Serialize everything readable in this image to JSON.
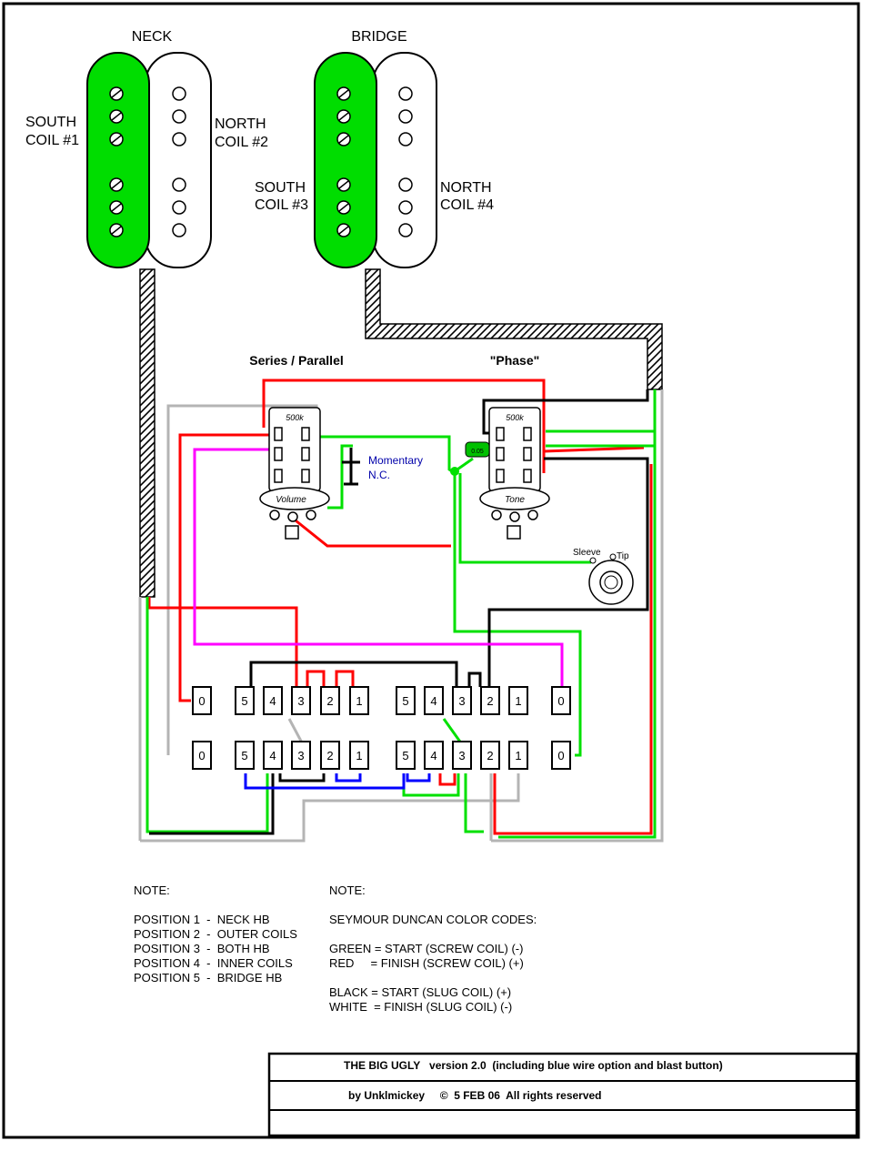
{
  "pickups": {
    "neck": {
      "title": "NECK",
      "coil_left": [
        "SOUTH",
        "COIL #1"
      ],
      "coil_right": [
        "NORTH",
        "COIL #2"
      ]
    },
    "bridge": {
      "title": "BRIDGE",
      "coil_left": [
        "SOUTH",
        "COIL #3"
      ],
      "coil_right": [
        "NORTH",
        "COIL #4"
      ]
    }
  },
  "pots": {
    "left": {
      "title": "Series / Parallel",
      "value": "500k",
      "name": "Volume"
    },
    "right": {
      "title": "\"Phase\"",
      "value": "500k",
      "name": "Tone"
    }
  },
  "momentary": [
    "Momentary",
    "N.C."
  ],
  "capacitor": "0.05",
  "jack": {
    "sleeve": "Sleeve",
    "tip": "Tip"
  },
  "switch": {
    "top_left": [
      "0",
      "5",
      "4",
      "3",
      "2",
      "1"
    ],
    "top_right": [
      "5",
      "4",
      "3",
      "2",
      "1",
      "0"
    ],
    "bottom_left": [
      "0",
      "5",
      "4",
      "3",
      "2",
      "1"
    ],
    "bottom_right": [
      "5",
      "4",
      "3",
      "2",
      "1",
      "0"
    ]
  },
  "notes_left": {
    "heading": "NOTE:",
    "lines": [
      "POSITION 1  -  NECK HB",
      "POSITION 2  -  OUTER COILS",
      "POSITION 3  -  BOTH HB",
      "POSITION 4  -  INNER COILS",
      "POSITION 5  -  BRIDGE HB"
    ]
  },
  "notes_right": {
    "heading": "NOTE:",
    "subheading": "SEYMOUR DUNCAN COLOR CODES:",
    "group1": [
      "GREEN = START (SCREW COIL) (-)",
      "RED     = FINISH (SCREW COIL) (+)"
    ],
    "group2": [
      "BLACK = START (SLUG COIL) (+)",
      "WHITE  = FINISH (SLUG COIL) (-)"
    ]
  },
  "title_block": {
    "title": "THE BIG UGLY   version 2.0  (including blue wire option and blast button)",
    "author": "by Unklmickey     ©  5 FEB 06  All rights reserved"
  },
  "colors": {
    "green": "#00e000",
    "red": "#ff0000",
    "black": "#000000",
    "white": "#ffffff",
    "magenta": "#ff00ff",
    "blue": "#0000ff",
    "gray": "#b4b4b4",
    "pickup_green": "#00dd00"
  }
}
